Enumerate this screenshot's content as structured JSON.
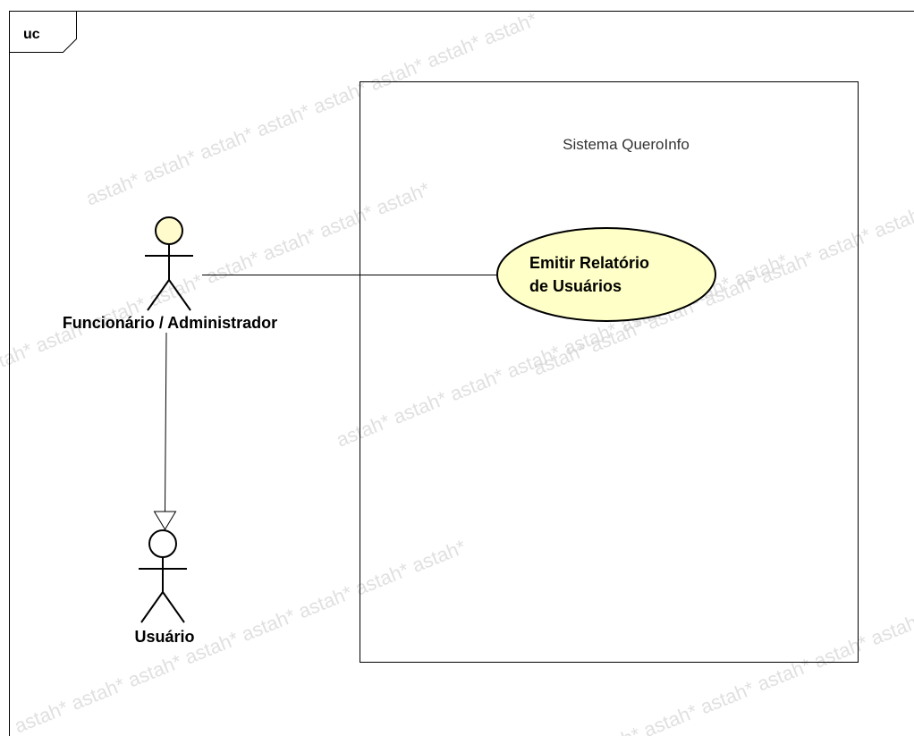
{
  "frame": {
    "tag": "uc"
  },
  "system": {
    "name": "Sistema QueroInfo"
  },
  "actors": {
    "admin": {
      "name": "Funcionário / Administrador"
    },
    "user": {
      "name": "Usuário"
    }
  },
  "use_cases": {
    "report": {
      "line1": "Emitir Relatório",
      "line2": "de Usuários"
    }
  },
  "watermark": {
    "text": "astah* astah* astah* astah* astah* astah* astah* astah*"
  },
  "colors": {
    "actor_head": "#fffbcc",
    "use_case_fill": "#ffffc8",
    "line": "#000000"
  }
}
